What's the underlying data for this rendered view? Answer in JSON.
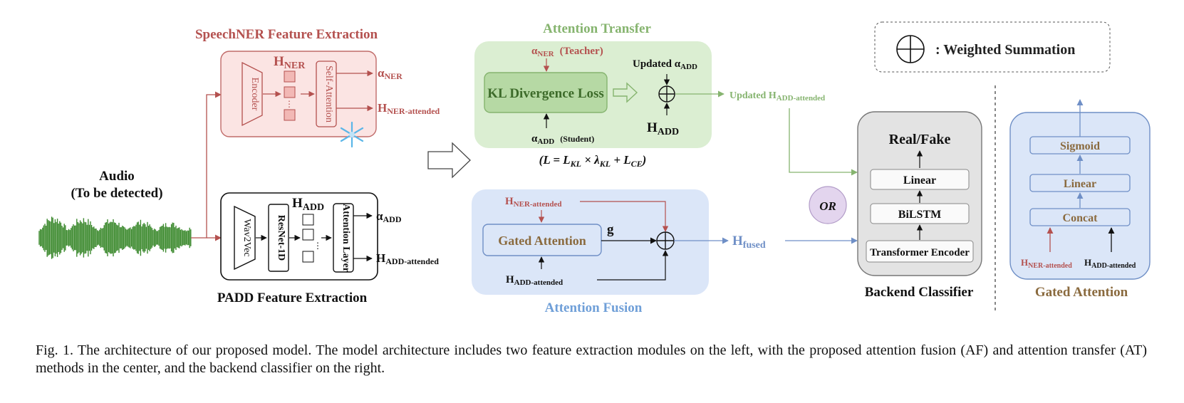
{
  "colors": {
    "ner": "#b4514f",
    "add_green": "#86b46f",
    "fusion_blue": "#6f8fc6",
    "gated_title": "#8a6a3e",
    "wave": "#3d8a2f",
    "af_box": "#dbe6f8",
    "at_box": "#dbeed2",
    "ner_box": "#fbe4e3",
    "backend_box": "#e3e3e3"
  },
  "legend": {
    "symbol": "weighted-sum",
    "text": ": Weighted Summation"
  },
  "audio": {
    "line1": "Audio",
    "line2": "(To be detected)"
  },
  "ner_module": {
    "title": "SpeechNER Feature Extraction",
    "encoder": "Encoder",
    "self_attention": "Self-Attention",
    "h_label": "H",
    "h_sub": "NER",
    "out_alpha": "α",
    "out_alpha_sub": "NER",
    "out_h": "H",
    "out_h_sub": "NER-attended",
    "dots": "⋮"
  },
  "padd_module": {
    "title": "PADD Feature Extraction",
    "wav2vec": "Wav2Vec",
    "resnet": "ResNet-1D",
    "attention_layer": "Attention Layer",
    "h_label": "H",
    "h_sub": "ADD",
    "out_alpha": "α",
    "out_alpha_sub": "ADD",
    "out_h": "H",
    "out_h_sub": "ADD-attended",
    "dots": "⋮"
  },
  "attention_transfer": {
    "title": "Attention Transfer",
    "teacher_alpha": "α",
    "teacher_sub": "NER",
    "teacher_tag": "(Teacher)",
    "kl_box": "KL Divergence Loss",
    "student_alpha": "α",
    "student_sub": "ADD",
    "student_tag": "(Student)",
    "updated_alpha": "Updated α",
    "updated_alpha_sub": "ADD",
    "h_add": "H",
    "h_add_sub": "ADD",
    "updated_out": "Updated  H",
    "updated_out_sub": "ADD-attended",
    "loss_L": "(L = ",
    "loss_LKL": "L",
    "loss_KL": "KL",
    "loss_x": " × λ",
    "loss_lam": "KL",
    "loss_plus": " + L",
    "loss_CE": "CE",
    "loss_close": ")"
  },
  "attention_fusion": {
    "title": "Attention Fusion",
    "h_ner": "H",
    "h_ner_sub": "NER-attended",
    "gated_box": "Gated Attention",
    "g": "g",
    "h_add": "H",
    "h_add_sub": "ADD-attended",
    "fused": "H",
    "fused_sub": "fused"
  },
  "or_label": "OR",
  "backend": {
    "title": "Backend Classifier",
    "output": "Real/Fake",
    "layers": [
      "Linear",
      "BiLSTM",
      "Transformer Encoder"
    ]
  },
  "gated_attention_detail": {
    "title": "Gated Attention",
    "layers": [
      "Sigmoid",
      "Linear",
      "Concat"
    ],
    "in_ner": "H",
    "in_ner_sub": "NER-attended",
    "in_add": "H",
    "in_add_sub": "ADD-attended"
  },
  "caption": "Fig. 1.   The architecture of our proposed model. The model architecture includes two feature extraction modules on the left, with the proposed attention fusion (AF) and attention transfer (AT) methods in the center, and the backend classifier on the right."
}
